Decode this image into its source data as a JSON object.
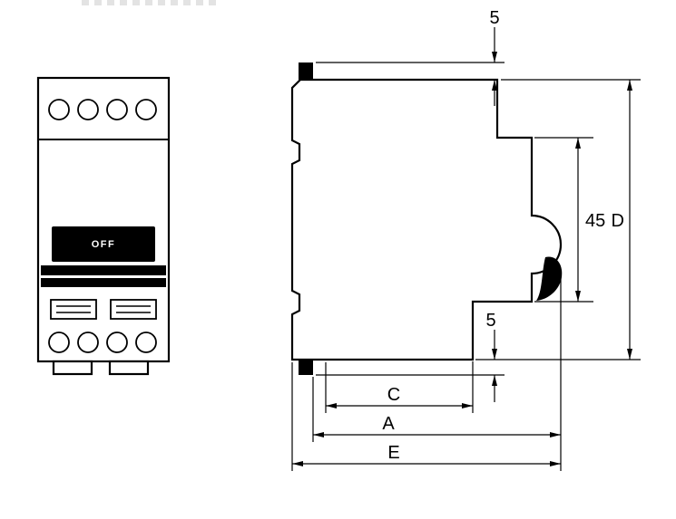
{
  "front_view": {
    "toggle_label": "OFF"
  },
  "dimensions": {
    "top_clip": "5",
    "front_height": "45",
    "overall_height": "D",
    "bottom_clip": "5",
    "body_depth": "C",
    "mount_depth": "A",
    "overall_depth": "E"
  },
  "colors": {
    "line": "#000000",
    "background": "#ffffff",
    "toggle_fill": "#000000",
    "toggle_text": "#ffffff"
  }
}
